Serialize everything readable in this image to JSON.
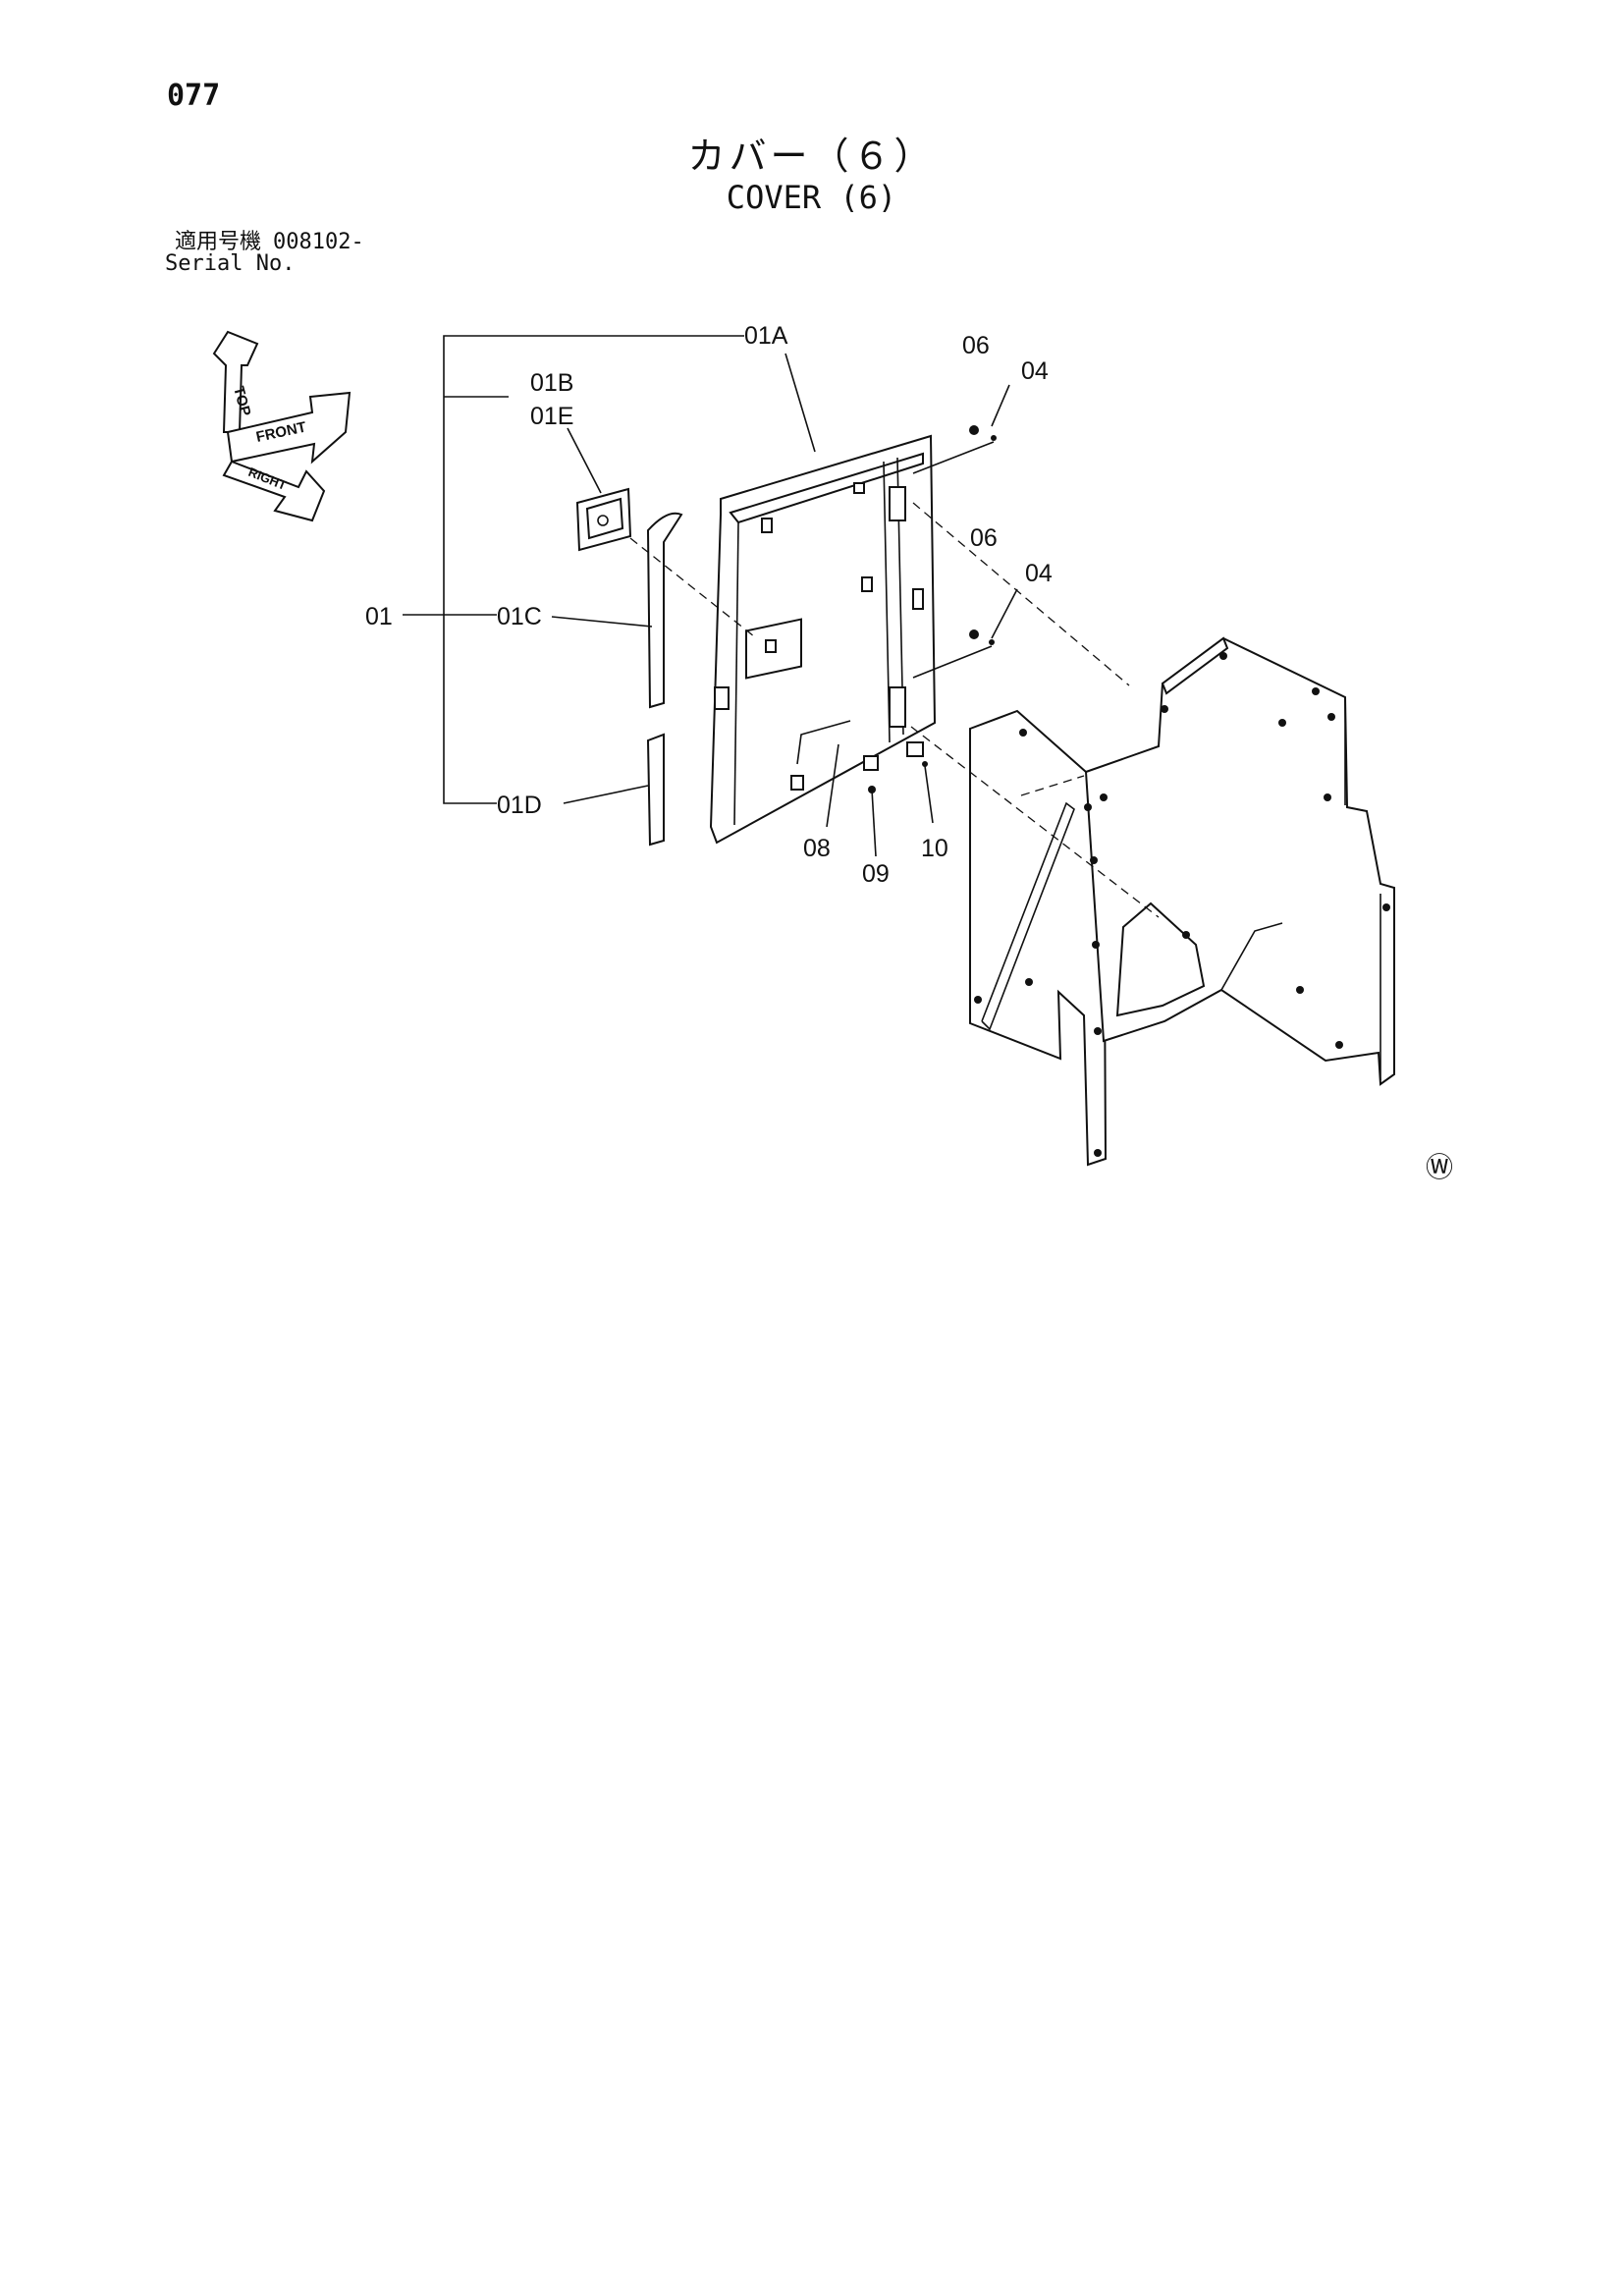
{
  "header": {
    "page_number": "077",
    "title_jp": "カバー（６）",
    "title_en": "COVER (6)",
    "serial_label_jp": "適用号機",
    "serial_value": "008102-",
    "serial_label_en": "Serial No."
  },
  "orientation_icon": {
    "labels": [
      "TOP",
      "FRONT",
      "RIGHT"
    ]
  },
  "callouts": {
    "c01": "01",
    "c01A": "01A",
    "c01B": "01B",
    "c01E": "01E",
    "c01C": "01C",
    "c01D": "01D",
    "c04a": "04",
    "c04b": "04",
    "c06a": "06",
    "c06b": "06",
    "c08": "08",
    "c09": "09",
    "c10": "10"
  },
  "watermark": "Ⓦ"
}
